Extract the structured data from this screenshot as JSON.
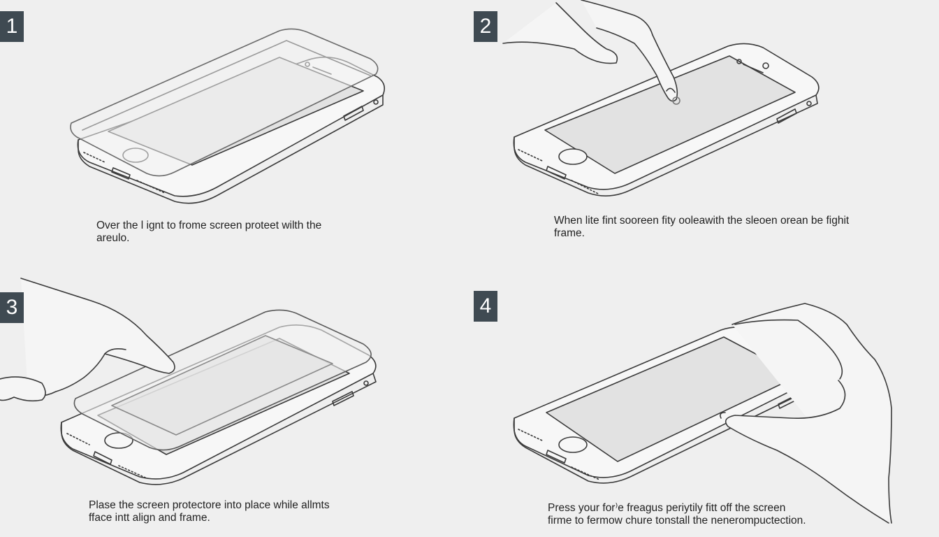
{
  "colors": {
    "background": "#efefef",
    "badge": "#3f4a52",
    "badge_text": "#ffffff",
    "line": "#3a3a3a",
    "screen": "#e2e2e2"
  },
  "steps": [
    {
      "number": "1",
      "caption_lines": [
        "Over the l ignt to frome screen proteet wilth the",
        "areulo."
      ]
    },
    {
      "number": "2",
      "caption_lines": [
        "When lite fint sooreen fity ooleawith the sleoen orean be fighit",
        "frame."
      ]
    },
    {
      "number": "3",
      "caption_lines": [
        "Plase the screen protectore into place  while allmts",
        "fface intt align and frame."
      ]
    },
    {
      "number": "4",
      "caption_lines": [
        "Press your for⁾e freagus periytily fitt  off the screen",
        "firme to fermow chure tonstall the nenerompuctection."
      ]
    }
  ]
}
